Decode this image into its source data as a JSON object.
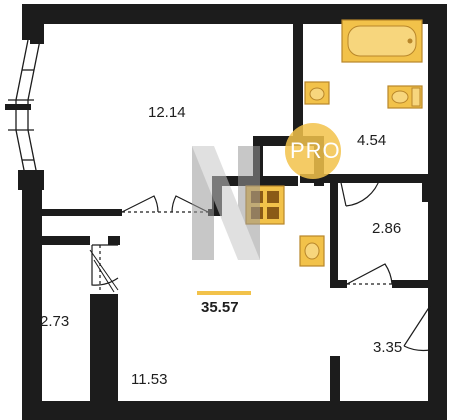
{
  "rooms": [
    {
      "id": "living-room",
      "area": "12.14"
    },
    {
      "id": "bathroom",
      "area": "4.54"
    },
    {
      "id": "storage",
      "area": "2.86"
    },
    {
      "id": "closet",
      "area": "2.73"
    },
    {
      "id": "hallway",
      "area": "11.53"
    },
    {
      "id": "loggia-room",
      "area": "3.35"
    }
  ],
  "total_area": "35.57",
  "watermark": "PRO",
  "colors": {
    "wall": "#1c1c1c",
    "fixture": "#f2c24a",
    "fixture_stroke": "#b8862a",
    "accent_line": "#f2c24a",
    "watermark_circle": "#f2c24a",
    "watermark_logo": "#9a9a9a"
  }
}
